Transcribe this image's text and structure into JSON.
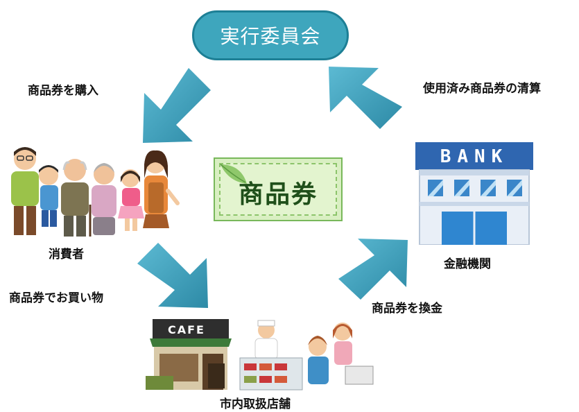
{
  "committee": {
    "label": "実行委員会"
  },
  "voucher": {
    "label": "商品券"
  },
  "bank": {
    "sign": "BANK",
    "caption": "金融機関"
  },
  "store": {
    "sign": "CAFE",
    "caption": "市内取扱店舗"
  },
  "consumers": {
    "caption": "消費者"
  },
  "flows": {
    "buy": "商品券を購入",
    "settle": "使用済み商品券の清算",
    "shop": "商品券でお買い物",
    "exchange": "商品券を換金"
  },
  "colors": {
    "arrow": "#43a6c2",
    "arrow_dark": "#2a86a1",
    "committee": "#3ea6bd",
    "bank": "#3b78b8",
    "voucher": "#d9efc2"
  }
}
